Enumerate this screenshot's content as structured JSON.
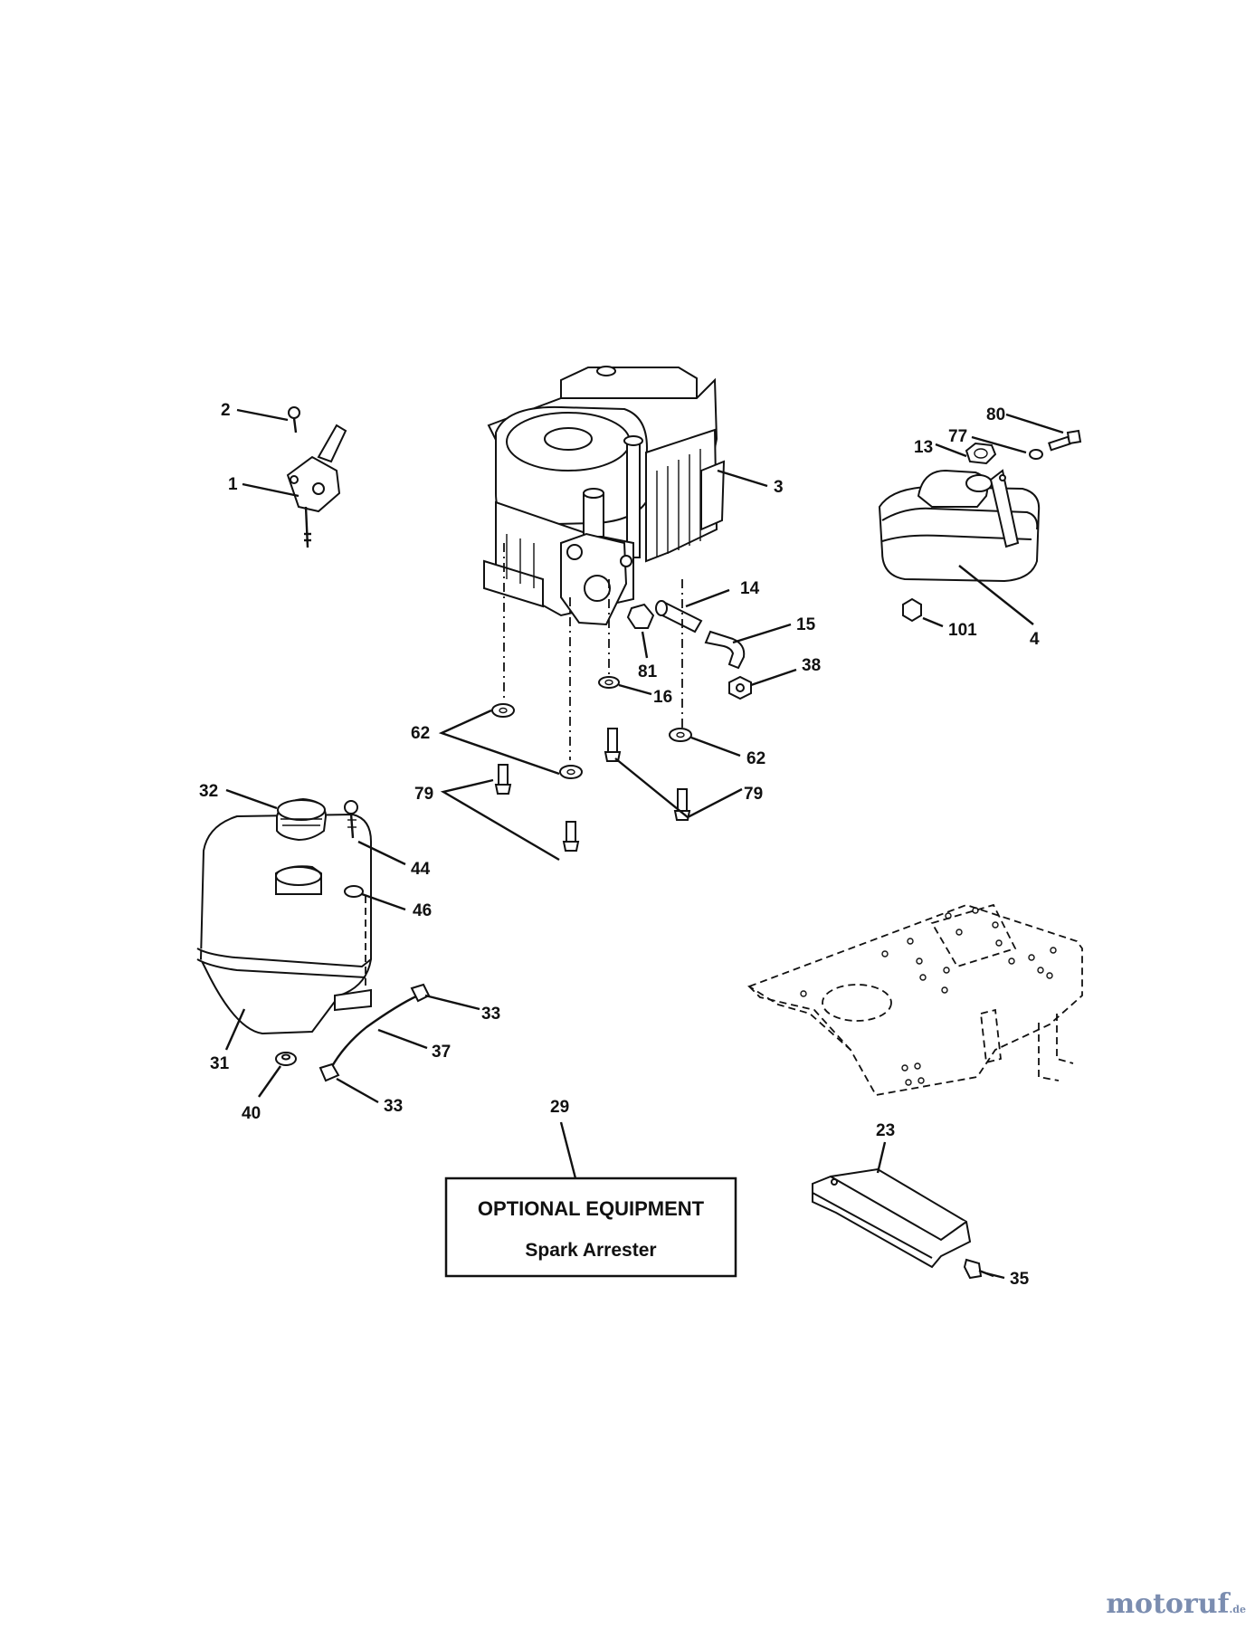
{
  "labels": {
    "p1": "1",
    "p2": "2",
    "p3": "3",
    "p4": "4",
    "p13": "13",
    "p14": "14",
    "p15": "15",
    "p16": "16",
    "p23": "23",
    "p29": "29",
    "p31": "31",
    "p32": "32",
    "p33a": "33",
    "p33b": "33",
    "p35": "35",
    "p37": "37",
    "p38": "38",
    "p40": "40",
    "p44": "44",
    "p46": "46",
    "p62a": "62",
    "p62b": "62",
    "p77": "77",
    "p79a": "79",
    "p79b": "79",
    "p80": "80",
    "p81": "81",
    "p101": "101"
  },
  "note_box": {
    "title": "OPTIONAL EQUIPMENT",
    "subtitle": "Spark Arrester"
  },
  "watermark": {
    "main": "motoruf",
    "tld": ".de"
  },
  "colors": {
    "ink": "#111111",
    "watermark": "#7b8db0"
  }
}
